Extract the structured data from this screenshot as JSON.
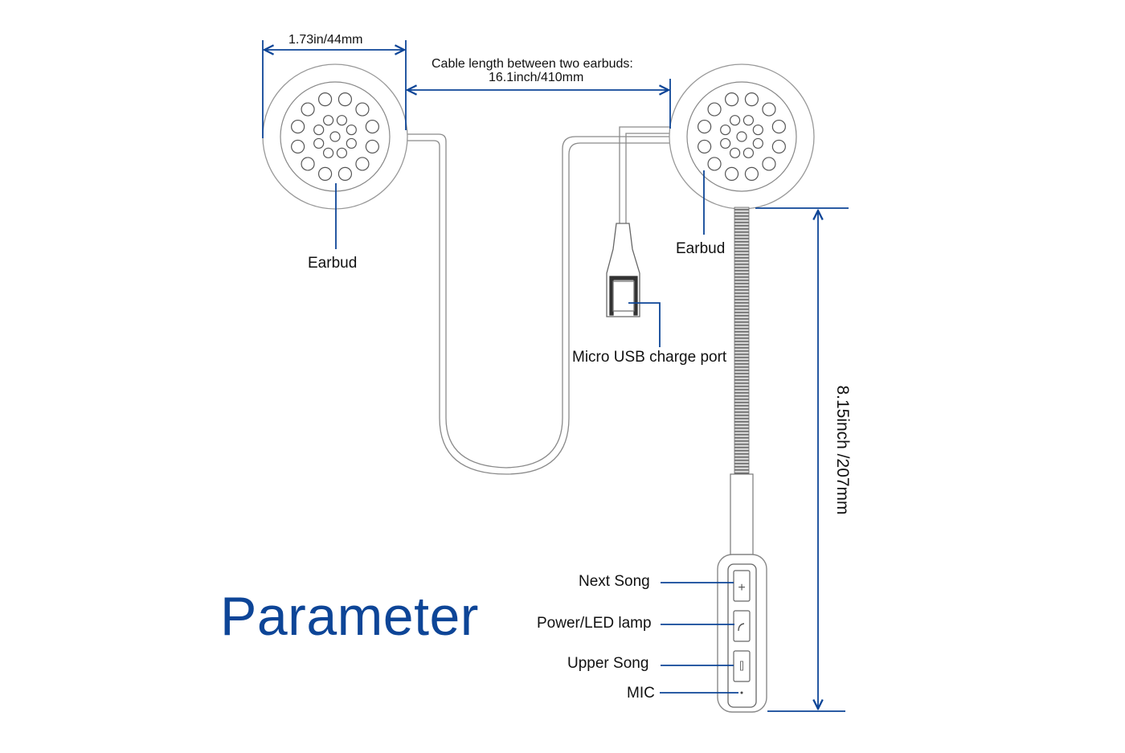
{
  "title": "Parameter",
  "colors": {
    "accent_blue": "#0d4597",
    "line_gray": "#8a8a8a",
    "text": "#111111"
  },
  "dimensions": {
    "earbud_diameter": "1.73in/44mm",
    "cable_length_title": "Cable length between two earbuds:",
    "cable_length_value": "16.1inch/410mm",
    "mic_boom_length": "8.15inch /207mm"
  },
  "parts": {
    "earbud_left": "Earbud",
    "earbud_right": "Earbud",
    "usb_port": "Micro USB charge port"
  },
  "controls": [
    {
      "label": "Next Song",
      "icon": "plus-icon"
    },
    {
      "label": "Power/LED lamp",
      "icon": "phone-icon"
    },
    {
      "label": "Upper Song",
      "icon": "minus-icon"
    },
    {
      "label": "MIC",
      "icon": "mic-dot-icon"
    }
  ]
}
